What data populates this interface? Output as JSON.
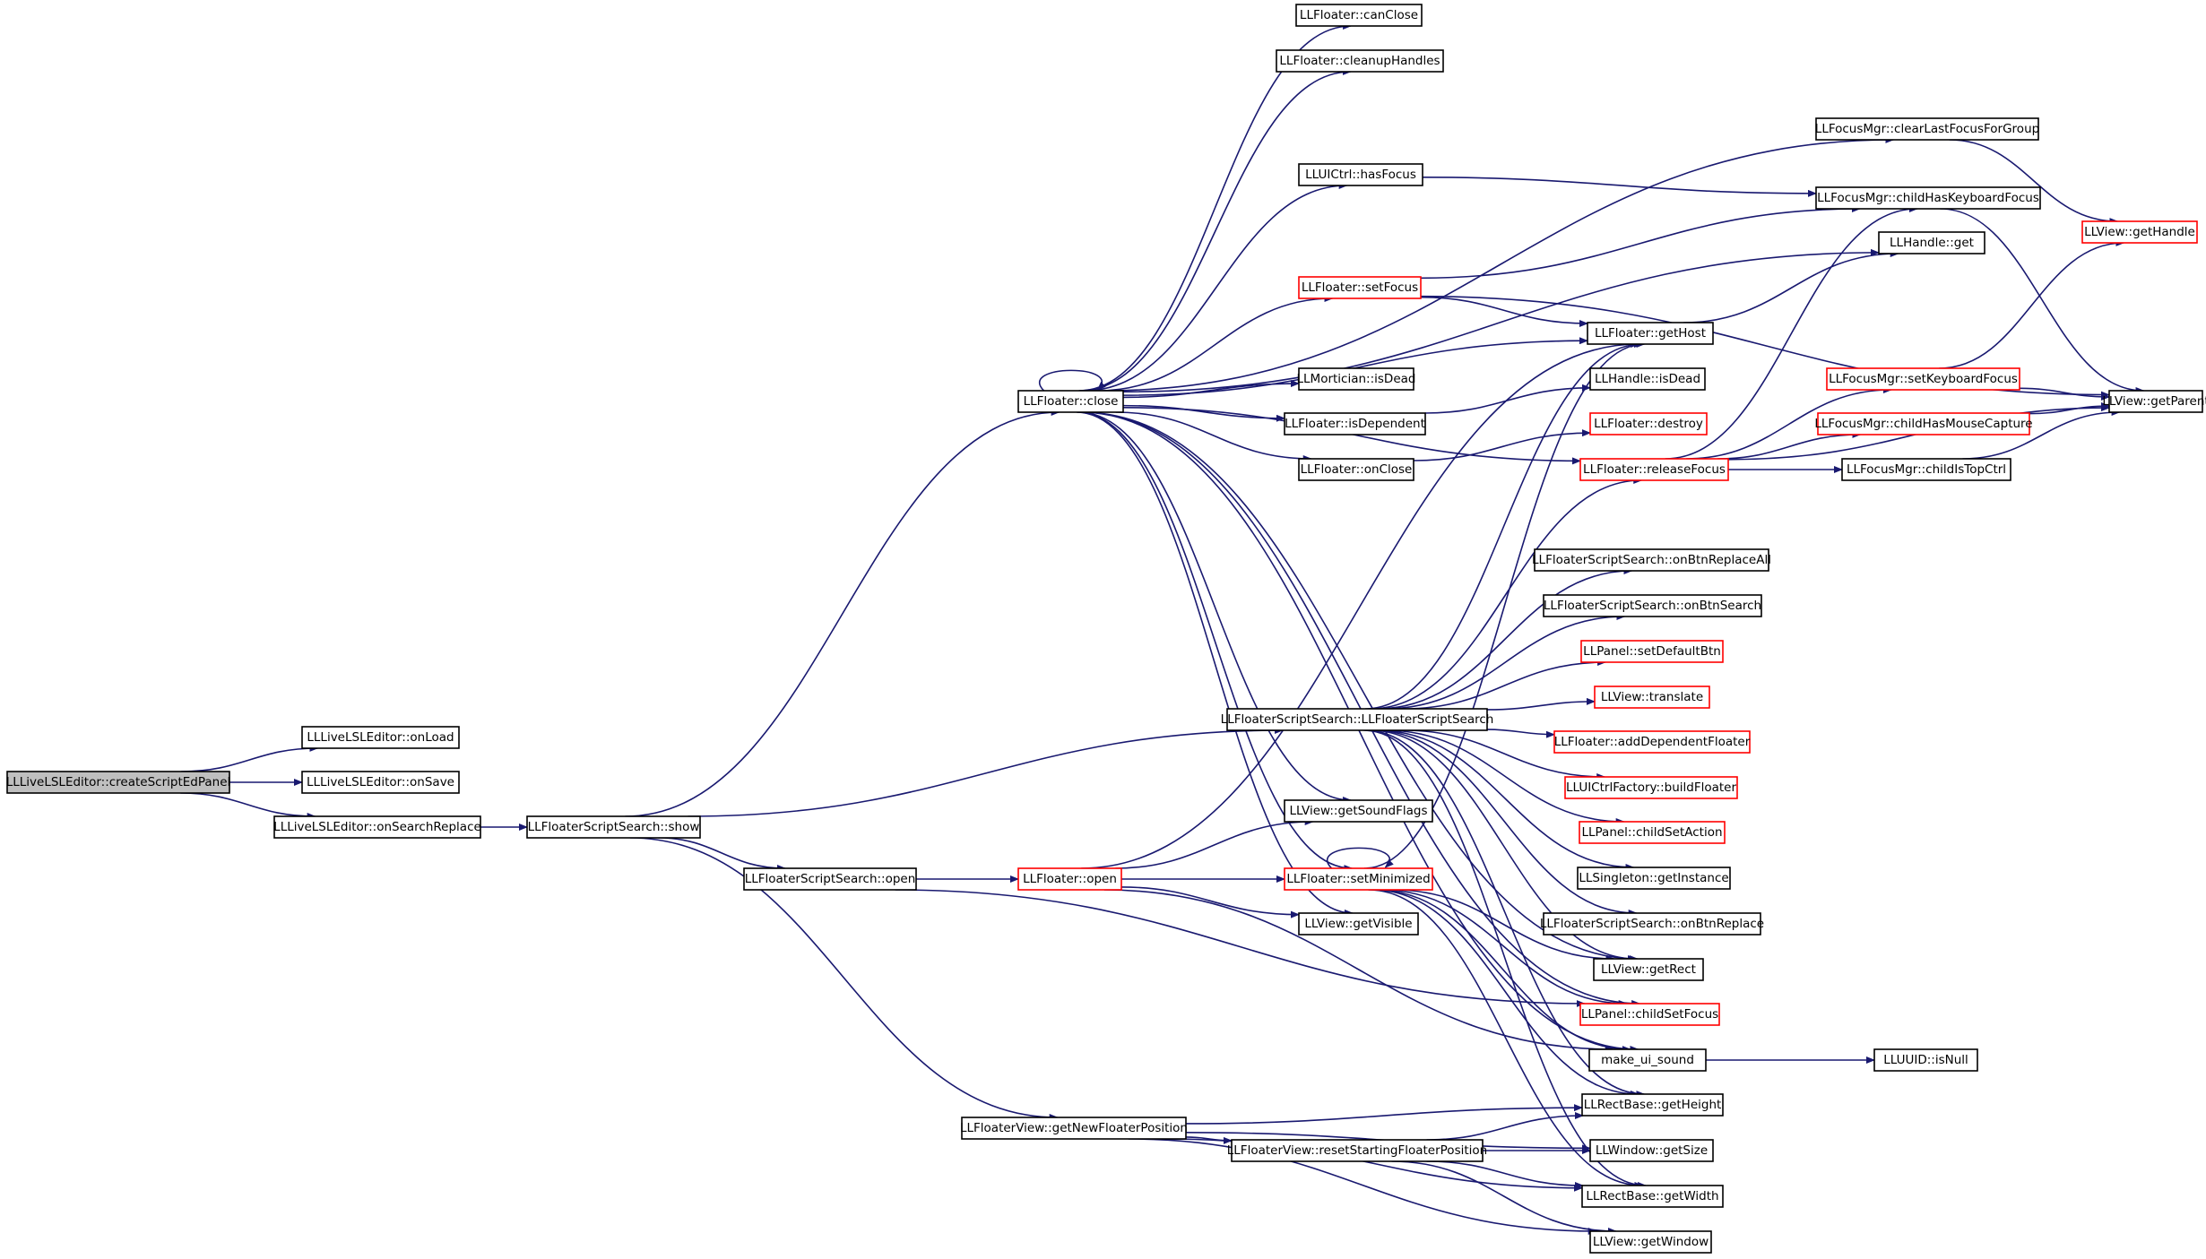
{
  "colors": {
    "edge": "#191970",
    "border_normal": "#000000",
    "border_link": "#ff0000",
    "fill_root": "#bfbfbf",
    "fill_default": "#ffffff"
  },
  "nodes": [
    {
      "id": "root",
      "label": "LLLiveLSLEditor::createScriptEdPanel",
      "style": "root"
    },
    {
      "id": "onLoad",
      "label": "LLLiveLSLEditor::onLoad",
      "style": "normal"
    },
    {
      "id": "onSave",
      "label": "LLLiveLSLEditor::onSave",
      "style": "normal"
    },
    {
      "id": "onSR",
      "label": "LLLiveLSLEditor::onSearchReplace",
      "style": "normal"
    },
    {
      "id": "show",
      "label": "LLFloaterScriptSearch::show",
      "style": "normal"
    },
    {
      "id": "fssOpen",
      "label": "LLFloaterScriptSearch::open",
      "style": "normal"
    },
    {
      "id": "fOpen",
      "label": "LLFloater::open",
      "style": "red"
    },
    {
      "id": "close",
      "label": "LLFloater::close",
      "style": "normal"
    },
    {
      "id": "ctor",
      "label": "LLFloaterScriptSearch::LLFloaterScriptSearch",
      "style": "normal"
    },
    {
      "id": "newPos",
      "label": "LLFloaterView::getNewFloaterPosition",
      "style": "normal"
    },
    {
      "id": "canClose",
      "label": "LLFloater::canClose",
      "style": "normal"
    },
    {
      "id": "cleanup",
      "label": "LLFloater::cleanupHandles",
      "style": "normal"
    },
    {
      "id": "hasFocus",
      "label": "LLUICtrl::hasFocus",
      "style": "normal"
    },
    {
      "id": "setFocus",
      "label": "LLFloater::setFocus",
      "style": "red"
    },
    {
      "id": "mIsDead",
      "label": "LLMortician::isDead",
      "style": "normal"
    },
    {
      "id": "isDep",
      "label": "LLFloater::isDependent",
      "style": "normal"
    },
    {
      "id": "onClose",
      "label": "LLFloater::onClose",
      "style": "normal"
    },
    {
      "id": "sound",
      "label": "LLView::getSoundFlags",
      "style": "normal"
    },
    {
      "id": "setMin",
      "label": "LLFloater::setMinimized",
      "style": "red"
    },
    {
      "id": "visible",
      "label": "LLView::getVisible",
      "style": "normal"
    },
    {
      "id": "resetPos",
      "label": "LLFloaterView::resetStartingFloaterPosition",
      "style": "normal"
    },
    {
      "id": "clearLast",
      "label": "LLFocusMgr::clearLastFocusForGroup",
      "style": "normal"
    },
    {
      "id": "childKB",
      "label": "LLFocusMgr::childHasKeyboardFocus",
      "style": "normal"
    },
    {
      "id": "hGet",
      "label": "LLHandle::get",
      "style": "normal"
    },
    {
      "id": "getHost",
      "label": "LLFloater::getHost",
      "style": "normal"
    },
    {
      "id": "hIsDead",
      "label": "LLHandle::isDead",
      "style": "normal"
    },
    {
      "id": "destroy",
      "label": "LLFloater::destroy",
      "style": "red"
    },
    {
      "id": "relFocus",
      "label": "LLFloater::releaseFocus",
      "style": "red"
    },
    {
      "id": "replAll",
      "label": "LLFloaterScriptSearch::onBtnReplaceAll",
      "style": "normal"
    },
    {
      "id": "btnSearch",
      "label": "LLFloaterScriptSearch::onBtnSearch",
      "style": "normal"
    },
    {
      "id": "setDef",
      "label": "LLPanel::setDefaultBtn",
      "style": "red"
    },
    {
      "id": "translate",
      "label": "LLView::translate",
      "style": "red"
    },
    {
      "id": "addDep",
      "label": "LLFloater::addDependentFloater",
      "style": "red"
    },
    {
      "id": "build",
      "label": "LLUICtrlFactory::buildFloater",
      "style": "red"
    },
    {
      "id": "csAction",
      "label": "LLPanel::childSetAction",
      "style": "red"
    },
    {
      "id": "instance",
      "label": "LLSingleton::getInstance",
      "style": "normal"
    },
    {
      "id": "btnRepl",
      "label": "LLFloaterScriptSearch::onBtnReplace",
      "style": "normal"
    },
    {
      "id": "getRect",
      "label": "LLView::getRect",
      "style": "normal"
    },
    {
      "id": "csFocus",
      "label": "LLPanel::childSetFocus",
      "style": "red"
    },
    {
      "id": "uiSound",
      "label": "make_ui_sound",
      "style": "normal"
    },
    {
      "id": "height",
      "label": "LLRectBase::getHeight",
      "style": "normal"
    },
    {
      "id": "winSize",
      "label": "LLWindow::getSize",
      "style": "normal"
    },
    {
      "id": "width",
      "label": "LLRectBase::getWidth",
      "style": "normal"
    },
    {
      "id": "getWin",
      "label": "LLView::getWindow",
      "style": "normal"
    },
    {
      "id": "uuid",
      "label": "LLUUID::isNull",
      "style": "normal"
    },
    {
      "id": "setKB",
      "label": "LLFocusMgr::setKeyboardFocus",
      "style": "red"
    },
    {
      "id": "mouse",
      "label": "LLFocusMgr::childHasMouseCapture",
      "style": "red"
    },
    {
      "id": "topCtrl",
      "label": "LLFocusMgr::childIsTopCtrl",
      "style": "normal"
    },
    {
      "id": "vHandle",
      "label": "LLView::getHandle",
      "style": "red"
    },
    {
      "id": "vParent",
      "label": "LLView::getParent",
      "style": "normal"
    }
  ],
  "edges": [
    [
      "root",
      "onLoad"
    ],
    [
      "root",
      "onSave"
    ],
    [
      "root",
      "onSR"
    ],
    [
      "onSR",
      "show"
    ],
    [
      "show",
      "close"
    ],
    [
      "show",
      "ctor"
    ],
    [
      "show",
      "fssOpen"
    ],
    [
      "show",
      "newPos"
    ],
    [
      "fssOpen",
      "fOpen"
    ],
    [
      "fssOpen",
      "csFocus"
    ],
    [
      "fOpen",
      "getHost"
    ],
    [
      "fOpen",
      "sound"
    ],
    [
      "fOpen",
      "setMin"
    ],
    [
      "fOpen",
      "visible"
    ],
    [
      "fOpen",
      "uiSound"
    ],
    [
      "close",
      "canClose"
    ],
    [
      "close",
      "cleanup"
    ],
    [
      "close",
      "clearLast"
    ],
    [
      "close",
      "hasFocus"
    ],
    [
      "close",
      "hGet"
    ],
    [
      "close",
      "setFocus"
    ],
    [
      "close",
      "getHost"
    ],
    [
      "close",
      "mIsDead"
    ],
    [
      "close",
      "isDep"
    ],
    [
      "close",
      "onClose"
    ],
    [
      "close",
      "relFocus"
    ],
    [
      "close",
      "sound"
    ],
    [
      "close",
      "setMin"
    ],
    [
      "close",
      "visible"
    ],
    [
      "close",
      "close"
    ],
    [
      "close",
      "getRect"
    ],
    [
      "close",
      "uiSound"
    ],
    [
      "close",
      "csFocus"
    ],
    [
      "hasFocus",
      "childKB"
    ],
    [
      "setFocus",
      "childKB"
    ],
    [
      "setFocus",
      "getHost"
    ],
    [
      "setFocus",
      "vParent"
    ],
    [
      "isDep",
      "hIsDead"
    ],
    [
      "onClose",
      "destroy"
    ],
    [
      "getHost",
      "hGet"
    ],
    [
      "ctor",
      "replAll"
    ],
    [
      "ctor",
      "btnSearch"
    ],
    [
      "ctor",
      "setDef"
    ],
    [
      "ctor",
      "translate"
    ],
    [
      "ctor",
      "addDep"
    ],
    [
      "ctor",
      "build"
    ],
    [
      "ctor",
      "csAction"
    ],
    [
      "ctor",
      "instance"
    ],
    [
      "ctor",
      "btnRepl"
    ],
    [
      "ctor",
      "getRect"
    ],
    [
      "ctor",
      "height"
    ],
    [
      "ctor",
      "width"
    ],
    [
      "ctor",
      "getHost"
    ],
    [
      "ctor",
      "relFocus"
    ],
    [
      "setMin",
      "setMin"
    ],
    [
      "setMin",
      "getHost"
    ],
    [
      "setMin",
      "getRect"
    ],
    [
      "setMin",
      "csFocus"
    ],
    [
      "setMin",
      "uiSound"
    ],
    [
      "setMin",
      "height"
    ],
    [
      "setMin",
      "width"
    ],
    [
      "relFocus",
      "childKB"
    ],
    [
      "relFocus",
      "setKB"
    ],
    [
      "relFocus",
      "mouse"
    ],
    [
      "relFocus",
      "topCtrl"
    ],
    [
      "relFocus",
      "vParent"
    ],
    [
      "clearLast",
      "vHandle"
    ],
    [
      "childKB",
      "vParent"
    ],
    [
      "setKB",
      "vHandle"
    ],
    [
      "setKB",
      "vParent"
    ],
    [
      "mouse",
      "vParent"
    ],
    [
      "topCtrl",
      "vParent"
    ],
    [
      "uiSound",
      "uuid"
    ],
    [
      "newPos",
      "height"
    ],
    [
      "newPos",
      "winSize"
    ],
    [
      "newPos",
      "width"
    ],
    [
      "newPos",
      "getWin"
    ],
    [
      "newPos",
      "resetPos"
    ],
    [
      "resetPos",
      "height"
    ],
    [
      "resetPos",
      "winSize"
    ],
    [
      "resetPos",
      "width"
    ],
    [
      "resetPos",
      "getWin"
    ]
  ]
}
